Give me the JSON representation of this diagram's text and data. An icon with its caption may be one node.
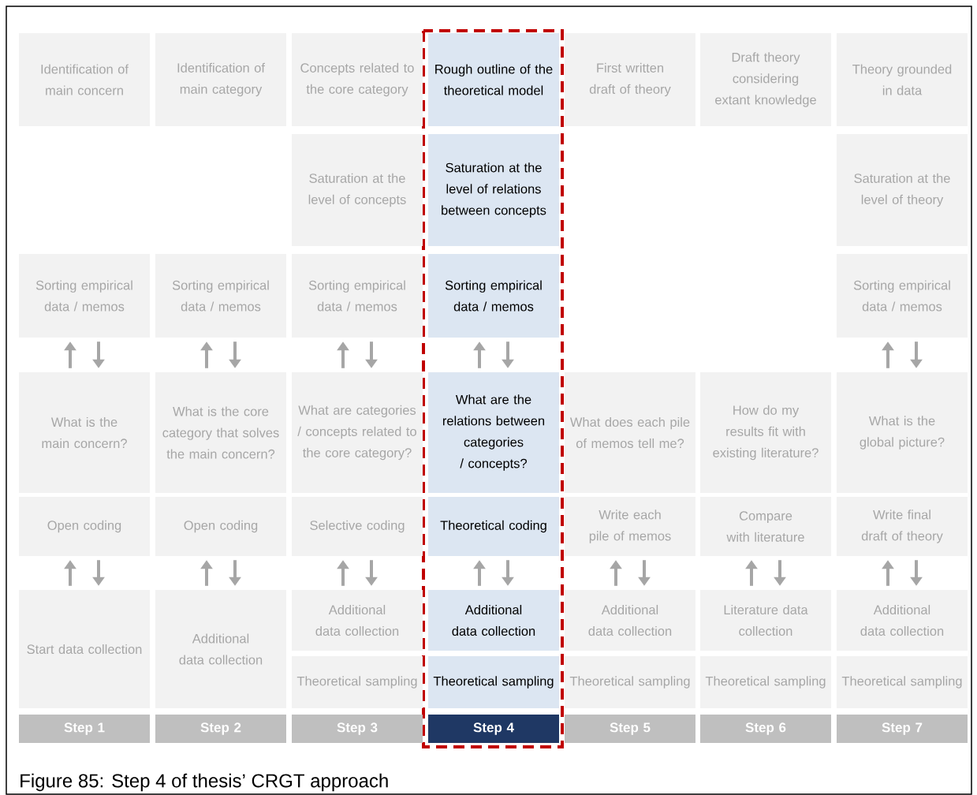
{
  "diagram": {
    "caption": "Figure 85: Step 4 of thesis’ CRGT approach",
    "nodes": [
      {
        "text": [
          "Identification of main concern"
        ]
      },
      {
        "text": [
          "Identification of main category"
        ]
      },
      {
        "text": [
          "Concepts related to the core category"
        ]
      },
      {
        "text": [
          "Rough outline of the theoretical model"
        ]
      },
      {
        "text": [
          "First written draft of theory"
        ]
      },
      {
        "text": [
          "Draft theory considering extant knowledge"
        ]
      },
      {
        "text": [
          "Theory grounded in data"
        ]
      },
      {
        "text": [
          "Saturation at the level of concepts"
        ]
      },
      {
        "text": [
          "Saturation at the level of relations between concepts"
        ]
      },
      {
        "text": [
          "Saturation at the level of theory"
        ]
      },
      {
        "text": [
          "Sorting empirical data / memos"
        ]
      },
      {
        "text": [
          "Sorting empirical data / memos"
        ]
      },
      {
        "text": [
          "Sorting empirical data / memos"
        ]
      },
      {
        "text": [
          "Sorting empirical data / memos"
        ]
      },
      {
        "text": [
          "Sorting empirical data / memos"
        ]
      },
      {
        "text": [
          "What is the main concern?"
        ]
      },
      {
        "text": [
          "What is the core category that solves the main concern?"
        ]
      },
      {
        "text": [
          "What are categories / concepts related to the core category?"
        ]
      },
      {
        "text": [
          "What are the relations between categories / concepts?"
        ]
      },
      {
        "text": [
          "What does each pile of memos tell me?"
        ]
      },
      {
        "text": [
          "How do my results fit with existing literature?"
        ]
      },
      {
        "text": [
          "What is the global picture?"
        ]
      },
      {
        "text": [
          "Open coding"
        ]
      },
      {
        "text": [
          "Open coding"
        ]
      },
      {
        "text": [
          "Selective coding"
        ]
      },
      {
        "text": [
          "Theoretical coding"
        ]
      },
      {
        "text": [
          "Write each pile of memos"
        ]
      },
      {
        "text": [
          "Compare with literature"
        ]
      },
      {
        "text": [
          "Write final draft of theory"
        ]
      },
      {
        "text": [
          "Start data collection"
        ]
      },
      {
        "text": [
          "Additional data collection"
        ]
      },
      {
        "text": [
          "Additional data collection"
        ]
      },
      {
        "text": [
          "Additional data collection"
        ]
      },
      {
        "text": [
          "Additional data collection"
        ]
      },
      {
        "text": [
          "Literature data collection"
        ]
      },
      {
        "text": [
          "Additional data collection"
        ]
      },
      {
        "text": [
          "Theoretical sampling"
        ]
      },
      {
        "text": [
          "Theoretical sampling"
        ]
      },
      {
        "text": [
          "Theoretical sampling"
        ]
      },
      {
        "text": [
          "Theoretical sampling"
        ]
      },
      {
        "text": [
          "Theoretical sampling"
        ]
      },
      {
        "text": [
          "Step 1"
        ]
      },
      {
        "text": [
          "Step 2"
        ]
      },
      {
        "text": [
          "Step 3"
        ]
      },
      {
        "text": [
          "Step 4"
        ]
      },
      {
        "text": [
          "Step 5"
        ]
      },
      {
        "text": [
          "Step 6"
        ]
      },
      {
        "text": [
          "Step 7"
        ]
      }
    ],
    "edges": [
      {
        "from": 15,
        "to": 10,
        "arrow": "to"
      },
      {
        "from": 10,
        "to": 15,
        "arrow": "to"
      },
      {
        "from": 16,
        "to": 11,
        "arrow": "to"
      },
      {
        "from": 11,
        "to": 16,
        "arrow": "to"
      },
      {
        "from": 17,
        "to": 12,
        "arrow": "to"
      },
      {
        "from": 12,
        "to": 17,
        "arrow": "to"
      },
      {
        "from": 18,
        "to": 13,
        "arrow": "to"
      },
      {
        "from": 13,
        "to": 18,
        "arrow": "to"
      },
      {
        "from": 21,
        "to": 14,
        "arrow": "to"
      },
      {
        "from": 14,
        "to": 21,
        "arrow": "to"
      },
      {
        "from": 29,
        "to": 22,
        "arrow": "to"
      },
      {
        "from": 22,
        "to": 29,
        "arrow": "to"
      },
      {
        "from": 30,
        "to": 23,
        "arrow": "to"
      },
      {
        "from": 23,
        "to": 30,
        "arrow": "to"
      },
      {
        "from": 31,
        "to": 24,
        "arrow": "to"
      },
      {
        "from": 24,
        "to": 31,
        "arrow": "to"
      },
      {
        "from": 32,
        "to": 25,
        "arrow": "to"
      },
      {
        "from": 25,
        "to": 32,
        "arrow": "to"
      },
      {
        "from": 33,
        "to": 26,
        "arrow": "to"
      },
      {
        "from": 26,
        "to": 33,
        "arrow": "to"
      },
      {
        "from": 34,
        "to": 27,
        "arrow": "to"
      },
      {
        "from": 27,
        "to": 34,
        "arrow": "to"
      },
      {
        "from": 35,
        "to": 28,
        "arrow": "to"
      },
      {
        "from": 28,
        "to": 35,
        "arrow": "to"
      }
    ]
  }
}
